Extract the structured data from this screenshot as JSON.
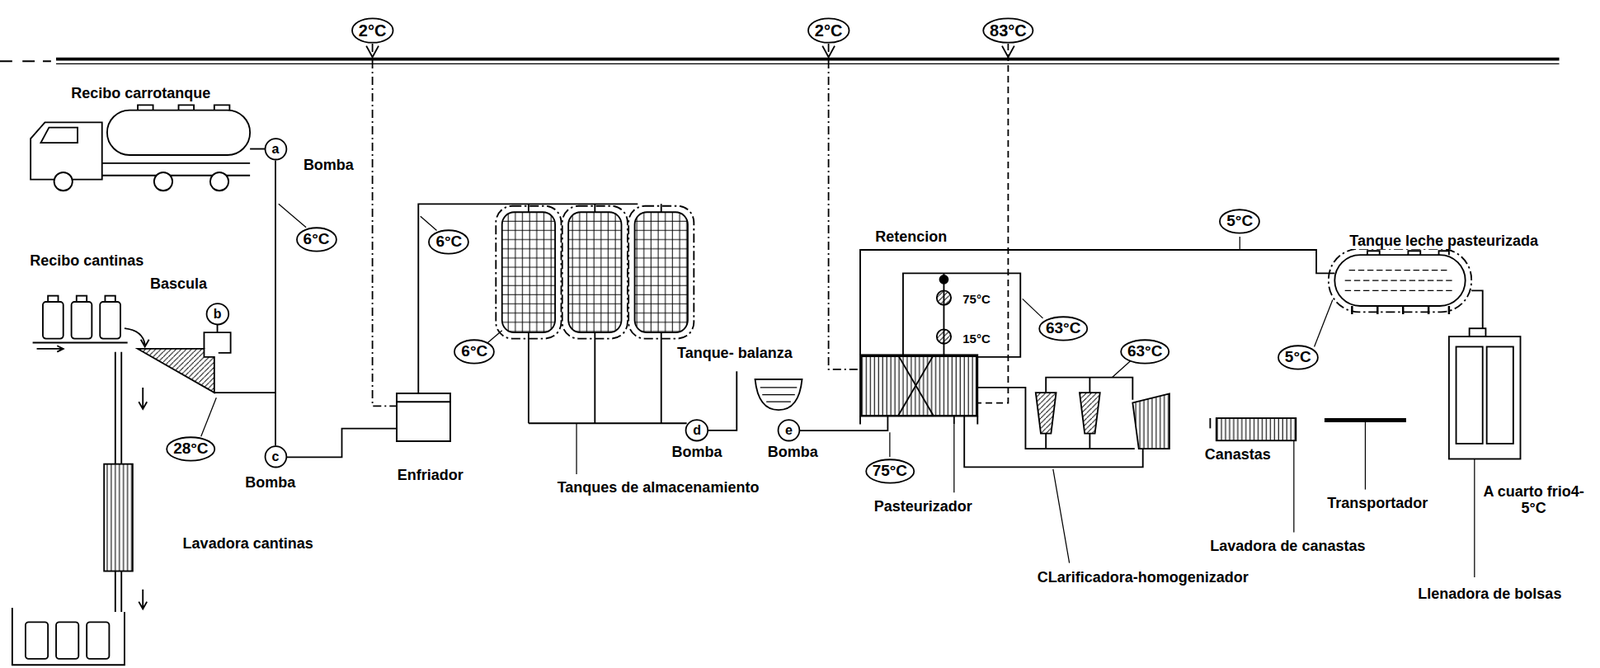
{
  "diagram": {
    "nodes": [
      {
        "text": [
          "2°C"
        ]
      },
      {
        "text": [
          "2°C"
        ]
      },
      {
        "text": [
          "83°C"
        ]
      },
      {
        "text": [
          "a"
        ]
      },
      {
        "text": [
          "6°C"
        ]
      },
      {
        "text": [
          "6°C"
        ]
      },
      {
        "text": [
          "b"
        ]
      },
      {
        "text": [
          "6°C"
        ]
      },
      {
        "text": [
          "Enfriador"
        ]
      },
      {
        "text": [
          "c"
        ]
      },
      {
        "text": [
          "d"
        ]
      },
      {
        "text": [
          "e"
        ]
      },
      {
        "text": [
          "Pasteurizador"
        ]
      },
      {
        "text": [
          "5°C"
        ]
      },
      {
        "text": [
          "63°C"
        ]
      },
      {
        "text": [
          "63°C"
        ]
      },
      {
        "text": [
          "5°C"
        ]
      },
      {
        "text": [
          "28°C"
        ]
      },
      {
        "text": [
          "75°C"
        ]
      }
    ],
    "edges": [
      {
        "from": 3,
        "to": 9,
        "arrow": "none"
      },
      {
        "from": 9,
        "to": 8,
        "arrow": "none"
      },
      {
        "from": 0,
        "to": 8,
        "arrow": "none"
      },
      {
        "from": 1,
        "to": 12,
        "arrow": "none"
      },
      {
        "from": 2,
        "to": 12,
        "arrow": "none"
      },
      {
        "from": 11,
        "to": 12,
        "arrow": "none"
      }
    ],
    "labels": [
      "Recibo carrotanque",
      "Bomba",
      "Recibo cantinas",
      "Bascula",
      "Bomba",
      "Tanque- balanza",
      "Retencion",
      "Tanque leche pasteurizada",
      "75°C",
      "15°C",
      "Bomba",
      "Bomba",
      "Tanques de almacenamiento",
      "Canastas",
      "Transportador",
      "A cuarto frio4-5°C",
      "Lavadora cantinas",
      "Lavadora de canastas",
      "CLarificadora-homogenizador",
      "Llenadora de bolsas"
    ]
  }
}
